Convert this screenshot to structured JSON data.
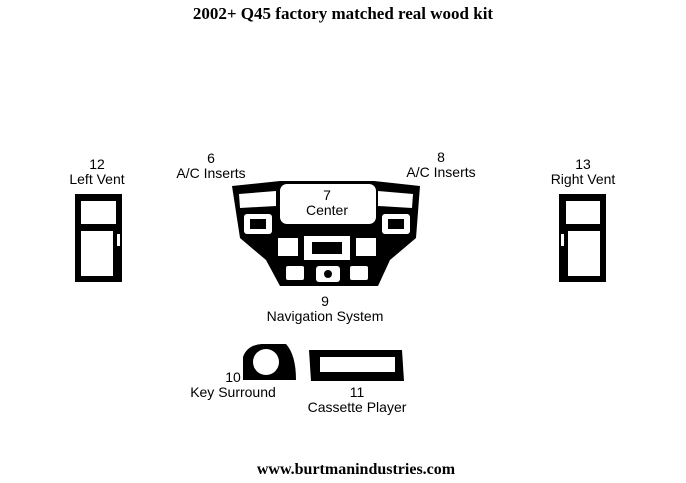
{
  "title": "2002+ Q45 factory matched real wood kit",
  "footer": "www.burtmanindustries.com",
  "parts": [
    {
      "number": "12",
      "name": "Left Vent"
    },
    {
      "number": "6",
      "name": "A/C Inserts"
    },
    {
      "number": "7",
      "name": "Center"
    },
    {
      "number": "8",
      "name": "A/C Inserts"
    },
    {
      "number": "13",
      "name": "Right Vent"
    },
    {
      "number": "9",
      "name": "Navigation System"
    },
    {
      "number": "10",
      "name": "Key Surround"
    },
    {
      "number": "11",
      "name": "Cassette Player"
    }
  ]
}
